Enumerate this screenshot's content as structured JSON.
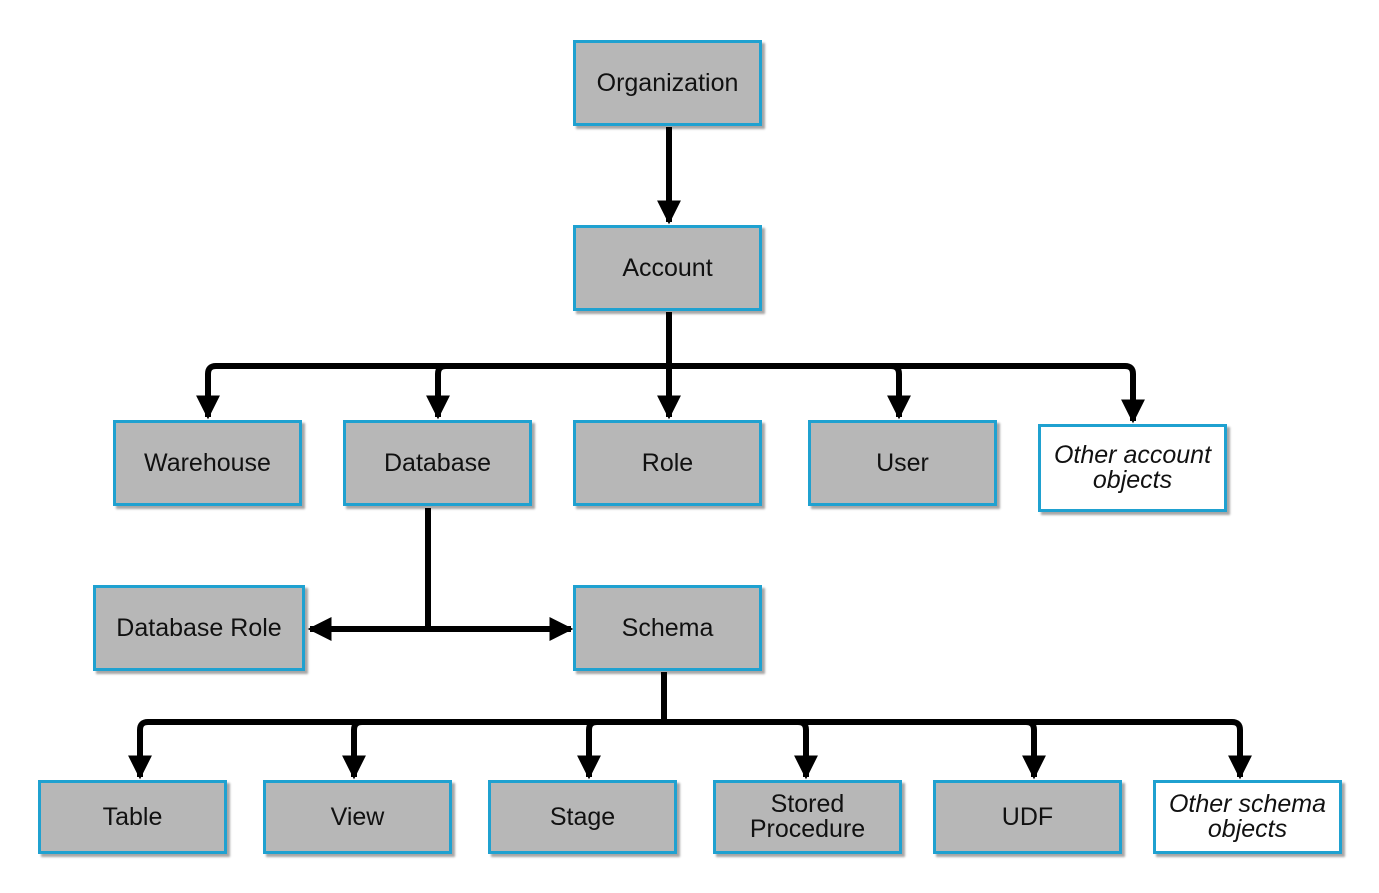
{
  "colors": {
    "node_fill": "#b7b7b7",
    "node_border": "#1fa1d0",
    "connector": "#000000",
    "other_fill": "#ffffff"
  },
  "nodes": {
    "organization": "Organization",
    "account": "Account",
    "warehouse": "Warehouse",
    "database": "Database",
    "role": "Role",
    "user": "User",
    "other_account_objects": "Other account objects",
    "database_role": "Database Role",
    "schema": "Schema",
    "table": "Table",
    "view": "View",
    "stage": "Stage",
    "stored_procedure": "Stored Procedure",
    "udf": "UDF",
    "other_schema_objects": "Other schema objects"
  }
}
